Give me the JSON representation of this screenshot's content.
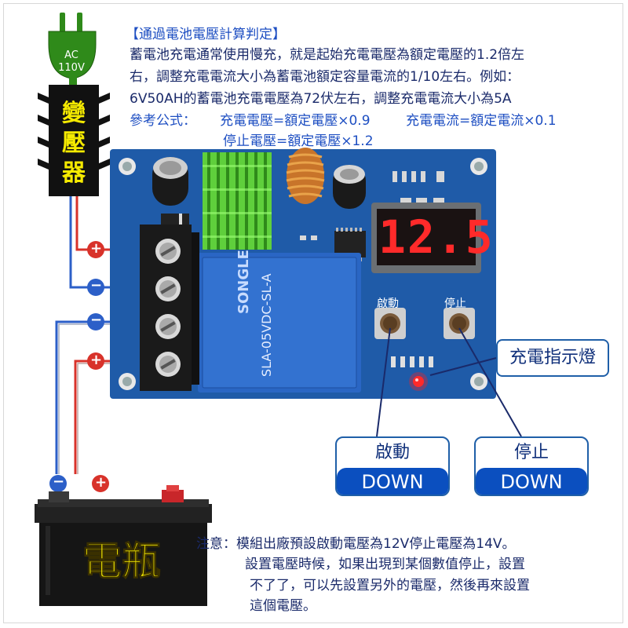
{
  "header": {
    "title": "【通過電池電壓計算判定】",
    "lines": [
      "蓄電池充電通常使用慢充，就是起始充電電壓為額定電壓的1.2倍左",
      "右，調整充電電流大小為蓄電池額定容量電流的1/10左右。例如：",
      "6V50AH的蓄電池充電電壓為72伏左右，調整充電電流大小為5A"
    ],
    "formula_label": "參考公式：",
    "formula_1": "充電電壓=額定電壓×0.9",
    "formula_2": "充電電流=額定電流×0.1",
    "formula_3": "停止電壓=額定電壓×1.2"
  },
  "plug": {
    "label_line1": "AC",
    "label_line2": "110V"
  },
  "transformer": {
    "chars": [
      "變",
      "壓",
      "器"
    ]
  },
  "board": {
    "display_value": "12.5",
    "button_start_label": "啟動",
    "button_stop_label": "停止",
    "relay_brand": "SONGLE",
    "relay_model": "SLA-05VDC-SL-A",
    "colors": {
      "pcb": "#1f5ba8",
      "segment": "#ff2222",
      "heatsink": "#66dd44"
    }
  },
  "indicator_tag": {
    "label": "充電指示燈"
  },
  "buttons": {
    "start": {
      "label": "啟動",
      "action": "DOWN"
    },
    "stop": {
      "label": "停止",
      "action": "DOWN"
    }
  },
  "terminals": {
    "plus_symbol": "+",
    "minus_symbol": "−"
  },
  "battery": {
    "label": "電瓶"
  },
  "note": {
    "line1": "注意：模組出廠預設啟動電壓為12V停止電壓為14V。",
    "line2": "設置電壓時候，如果出現到某個數值停止，設置",
    "line3": "不了了，可以先設置另外的電壓，然後再來設置",
    "line4": "這個電壓。"
  }
}
